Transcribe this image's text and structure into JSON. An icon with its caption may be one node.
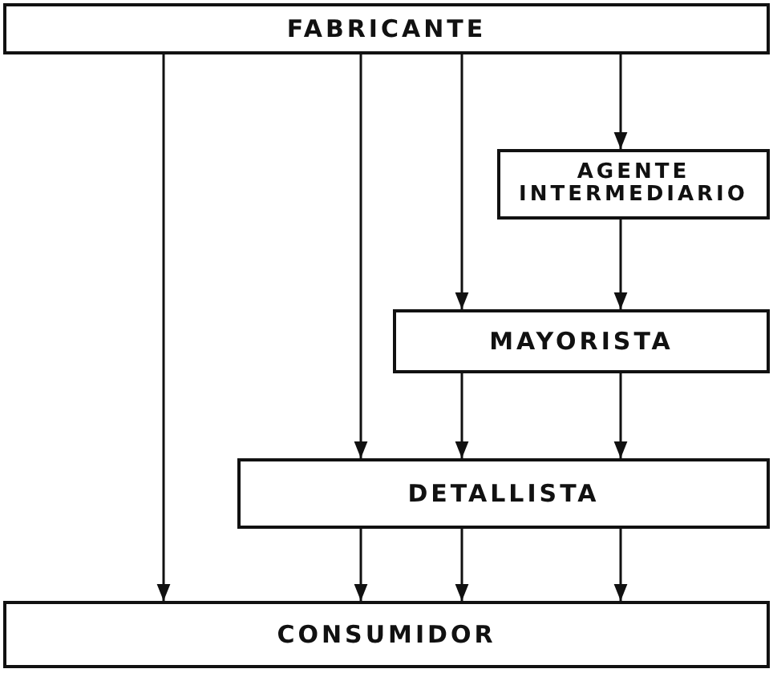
{
  "diagram": {
    "nodes": [
      {
        "text": [
          "FABRICANTE"
        ]
      },
      {
        "text": [
          "AGENTE INTERMEDIARIO"
        ]
      },
      {
        "text": [
          "MAYORISTA"
        ]
      },
      {
        "text": [
          "DETALLISTA"
        ]
      },
      {
        "text": [
          "CONSUMIDOR"
        ]
      }
    ],
    "edges": [
      {
        "from": 0,
        "to": 4,
        "arrow": "to"
      },
      {
        "from": 0,
        "to": 3,
        "arrow": "to"
      },
      {
        "from": 0,
        "to": 2,
        "arrow": "to"
      },
      {
        "from": 0,
        "to": 1,
        "arrow": "to"
      },
      {
        "from": 1,
        "to": 2,
        "arrow": "to"
      },
      {
        "from": 2,
        "to": 3,
        "arrow": "to"
      },
      {
        "from": 2,
        "to": 3,
        "arrow": "to"
      },
      {
        "from": 3,
        "to": 4,
        "arrow": "to"
      },
      {
        "from": 3,
        "to": 4,
        "arrow": "to"
      },
      {
        "from": 3,
        "to": 4,
        "arrow": "to"
      }
    ]
  }
}
